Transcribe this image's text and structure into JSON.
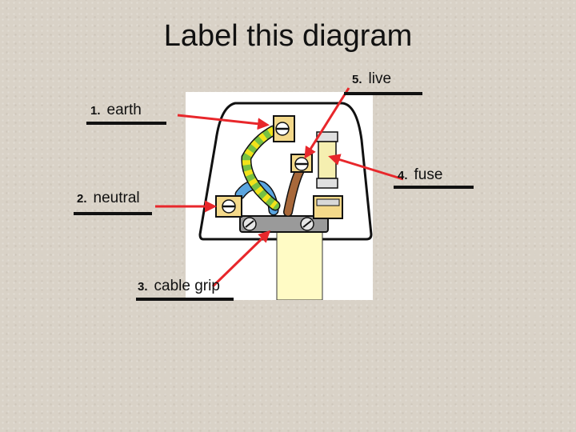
{
  "title": "Label this diagram",
  "labels": [
    {
      "num": "1.",
      "answer": "earth"
    },
    {
      "num": "2.",
      "answer": "neutral"
    },
    {
      "num": "3.",
      "answer": "cable grip"
    },
    {
      "num": "4.",
      "answer": "fuse"
    },
    {
      "num": "5.",
      "answer": "live"
    }
  ],
  "colors": {
    "arrow": "#e8272b",
    "underline": "#111111",
    "background": "#d9d2c7",
    "earth_wire": "#76c043",
    "earth_stripe": "#f2e21a",
    "neutral_wire": "#5aa5e0",
    "live_wire": "#a8683a",
    "cable": "#fffbc5",
    "fuse": "#f5efb0"
  }
}
